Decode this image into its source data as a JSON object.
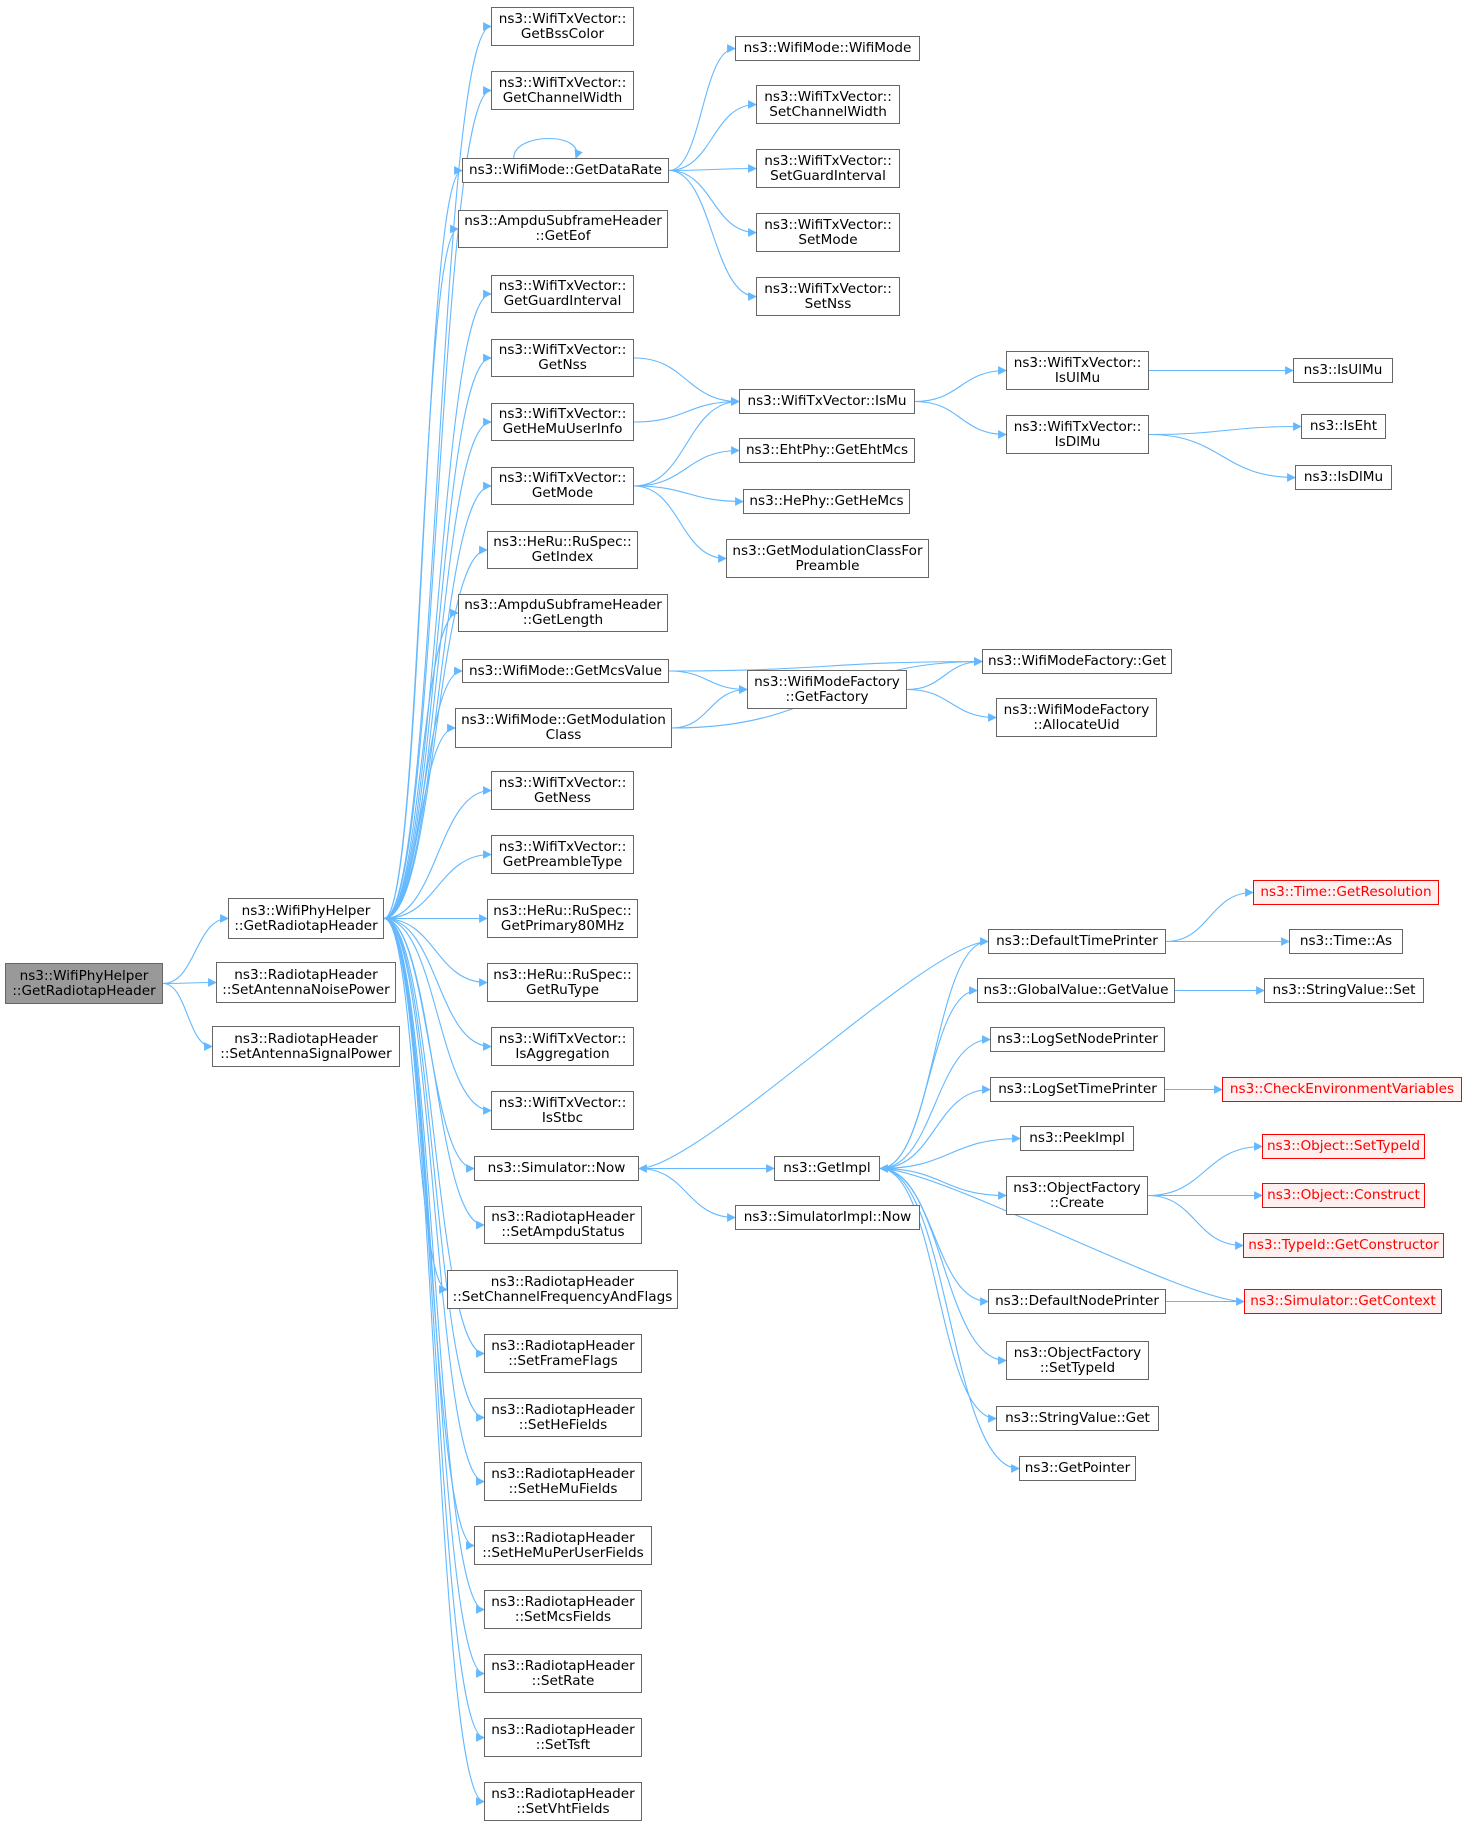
{
  "nodes": {
    "root": [
      "ns3::WifiPhyHelper",
      "::GetRadiotapHeader"
    ],
    "gh": [
      "ns3::WifiPhyHelper",
      "::GetRadiotapHeader"
    ],
    "sanp": [
      "ns3::RadiotapHeader",
      "::SetAntennaNoisePower"
    ],
    "sasp": [
      "ns3::RadiotapHeader",
      "::SetAntennaSignalPower"
    ],
    "bss": [
      "ns3::WifiTxVector::",
      "GetBssColor"
    ],
    "cw": [
      "ns3::WifiTxVector::",
      "GetChannelWidth"
    ],
    "gdr": [
      "ns3::WifiMode::GetDataRate"
    ],
    "eof": [
      "ns3::AmpduSubframeHeader",
      "::GetEof"
    ],
    "gi": [
      "ns3::WifiTxVector::",
      "GetGuardInterval"
    ],
    "nss": [
      "ns3::WifiTxVector::",
      "GetNss"
    ],
    "hmu": [
      "ns3::WifiTxVector::",
      "GetHeMuUserInfo"
    ],
    "gmode": [
      "ns3::WifiTxVector::",
      "GetMode"
    ],
    "gidx": [
      "ns3::HeRu::RuSpec::",
      "GetIndex"
    ],
    "glen": [
      "ns3::AmpduSubframeHeader",
      "::GetLength"
    ],
    "mcsv": [
      "ns3::WifiMode::GetMcsValue"
    ],
    "gmc": [
      "ns3::WifiMode::GetModulation",
      "Class"
    ],
    "ness": [
      "ns3::WifiTxVector::",
      "GetNess"
    ],
    "pre": [
      "ns3::WifiTxVector::",
      "GetPreambleType"
    ],
    "p80": [
      "ns3::HeRu::RuSpec::",
      "GetPrimary80MHz"
    ],
    "rut": [
      "ns3::HeRu::RuSpec::",
      "GetRuType"
    ],
    "agg": [
      "ns3::WifiTxVector::",
      "IsAggregation"
    ],
    "stbc": [
      "ns3::WifiTxVector::",
      "IsStbc"
    ],
    "now": [
      "ns3::Simulator::Now"
    ],
    "sampdu": [
      "ns3::RadiotapHeader",
      "::SetAmpduStatus"
    ],
    "scf": [
      "ns3::RadiotapHeader",
      "::SetChannelFrequencyAndFlags"
    ],
    "sff": [
      "ns3::RadiotapHeader",
      "::SetFrameFlags"
    ],
    "shef": [
      "ns3::RadiotapHeader",
      "::SetHeFields"
    ],
    "shmf": [
      "ns3::RadiotapHeader",
      "::SetHeMuFields"
    ],
    "shmpu": [
      "ns3::RadiotapHeader",
      "::SetHeMuPerUserFields"
    ],
    "smcs": [
      "ns3::RadiotapHeader",
      "::SetMcsFields"
    ],
    "srate": [
      "ns3::RadiotapHeader",
      "::SetRate"
    ],
    "stsft": [
      "ns3::RadiotapHeader",
      "::SetTsft"
    ],
    "svht": [
      "ns3::RadiotapHeader",
      "::SetVhtFields"
    ],
    "wm": [
      "ns3::WifiMode::WifiMode"
    ],
    "scw": [
      "ns3::WifiTxVector::",
      "SetChannelWidth"
    ],
    "sgi": [
      "ns3::WifiTxVector::",
      "SetGuardInterval"
    ],
    "smode": [
      "ns3::WifiTxVector::",
      "SetMode"
    ],
    "snss": [
      "ns3::WifiTxVector::",
      "SetNss"
    ],
    "ismu": [
      "ns3::WifiTxVector::IsMu"
    ],
    "eht": [
      "ns3::EhtPhy::GetEhtMcs"
    ],
    "he": [
      "ns3::HePhy::GetHeMcs"
    ],
    "gmcp": [
      "ns3::GetModulationClassFor",
      "Preamble"
    ],
    "gfact": [
      "ns3::WifiModeFactory",
      "::GetFactory"
    ],
    "wmfget": [
      "ns3::WifiModeFactory::Get"
    ],
    "auid": [
      "ns3::WifiModeFactory",
      "::AllocateUid"
    ],
    "txul": [
      "ns3::WifiTxVector::",
      "IsUlMu"
    ],
    "txdl": [
      "ns3::WifiTxVector::",
      "IsDlMu"
    ],
    "isul": [
      "ns3::IsUlMu"
    ],
    "iseht": [
      "ns3::IsEht"
    ],
    "isdl": [
      "ns3::IsDlMu"
    ],
    "getimpl": [
      "ns3::GetImpl"
    ],
    "simnow": [
      "ns3::SimulatorImpl::Now"
    ],
    "dtp": [
      "ns3::DefaultTimePrinter"
    ],
    "ggv": [
      "ns3::GlobalValue::GetValue"
    ],
    "lsnp": [
      "ns3::LogSetNodePrinter"
    ],
    "lstp": [
      "ns3::LogSetTimePrinter"
    ],
    "peek": [
      "ns3::PeekImpl"
    ],
    "ofc": [
      "ns3::ObjectFactory",
      "::Create"
    ],
    "dnp": [
      "ns3::DefaultNodePrinter"
    ],
    "ofst": [
      "ns3::ObjectFactory",
      "::SetTypeId"
    ],
    "svget": [
      "ns3::StringValue::Get"
    ],
    "gptr": [
      "ns3::GetPointer"
    ],
    "tres": [
      "ns3::Time::GetResolution"
    ],
    "tas": [
      "ns3::Time::As"
    ],
    "svset": [
      "ns3::StringValue::Set"
    ],
    "cev": [
      "ns3::CheckEnvironmentVariables"
    ],
    "ost": [
      "ns3::Object::SetTypeId"
    ],
    "oc": [
      "ns3::Object::Construct"
    ],
    "tgc": [
      "ns3::TypeId::GetConstructor"
    ],
    "sgc": [
      "ns3::Simulator::GetContext"
    ]
  },
  "colors": {
    "edge": "#63b8ff",
    "node_border": "#666666",
    "root_fill": "#999999",
    "highlight_border": "#ff0000",
    "highlight_fill": "#fff0f0"
  }
}
